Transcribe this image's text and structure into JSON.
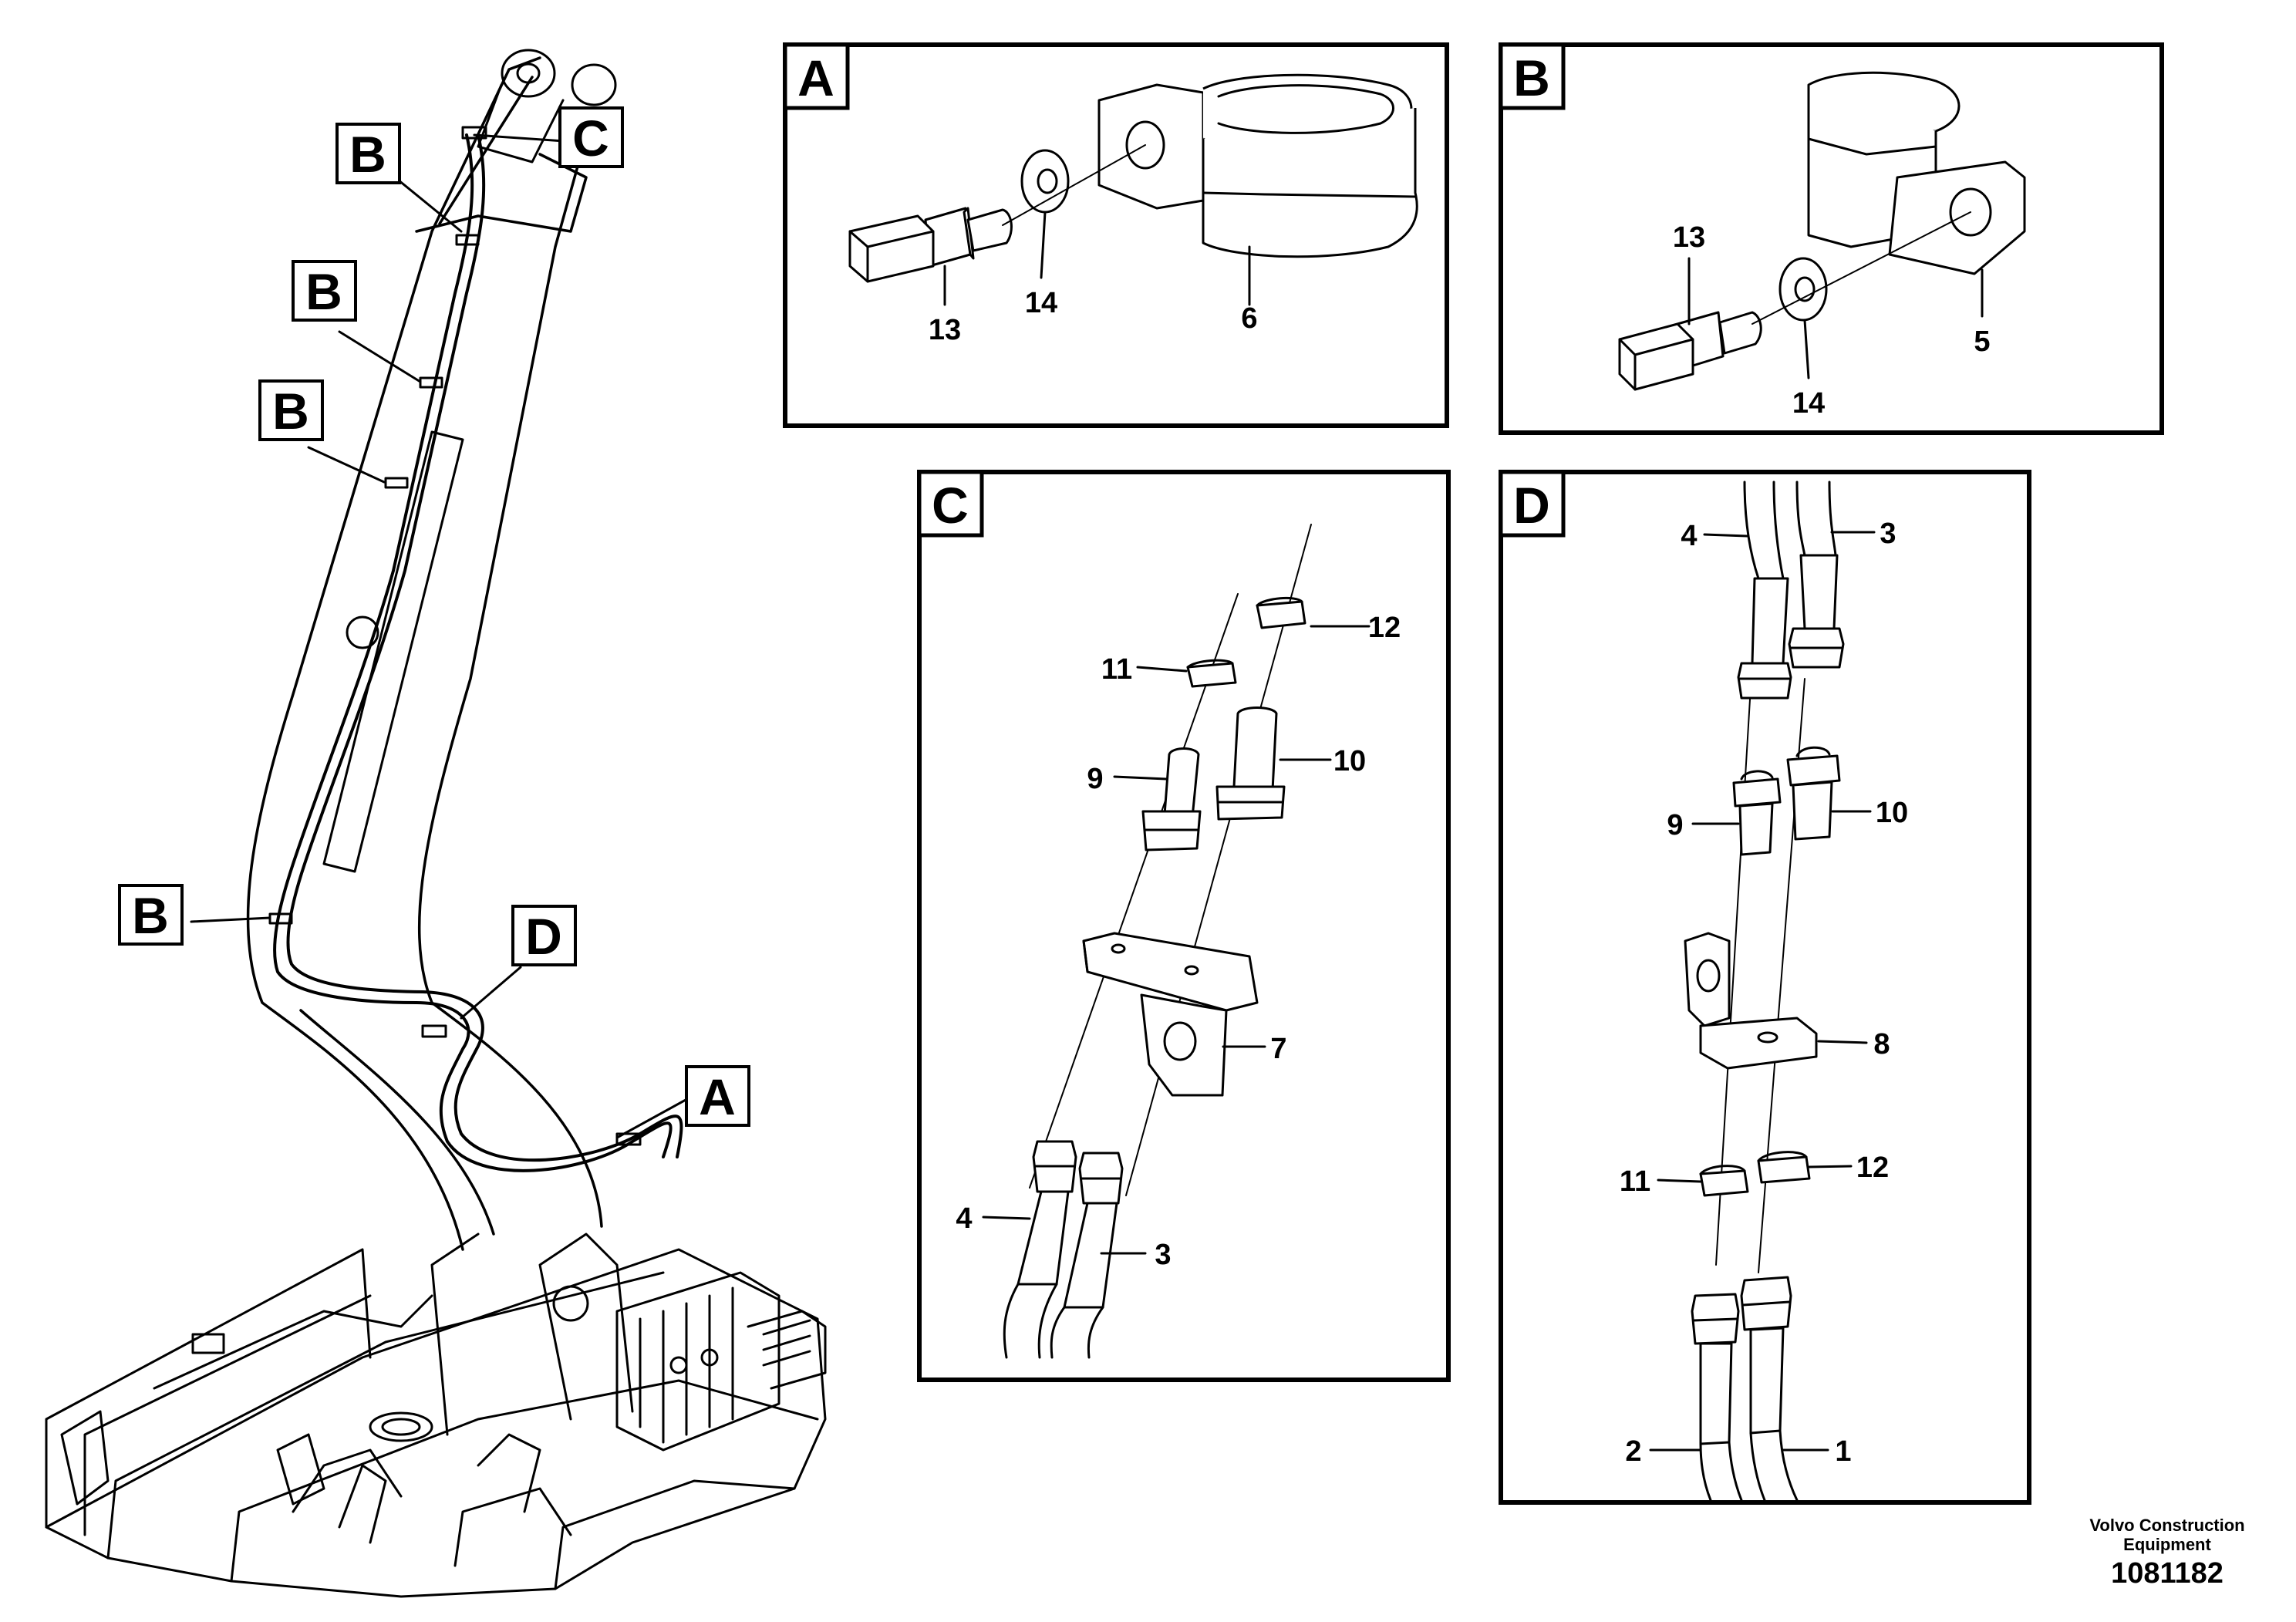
{
  "overview_labels": {
    "b1": "B",
    "c": "C",
    "b2": "B",
    "b3": "B",
    "b4": "B",
    "d": "D",
    "a": "A"
  },
  "panels": {
    "A": {
      "tag": "A",
      "callouts": {
        "p13": "13",
        "p14": "14",
        "p6": "6"
      }
    },
    "B": {
      "tag": "B",
      "callouts": {
        "p13": "13",
        "p14": "14",
        "p5": "5"
      }
    },
    "C": {
      "tag": "C",
      "callouts": {
        "p12": "12",
        "p11": "11",
        "p10": "10",
        "p9": "9",
        "p7": "7",
        "p4": "4",
        "p3": "3"
      }
    },
    "D": {
      "tag": "D",
      "callouts": {
        "p4": "4",
        "p3": "3",
        "p9": "9",
        "p10": "10",
        "p8": "8",
        "p11": "11",
        "p12": "12",
        "p2": "2",
        "p1": "1"
      }
    }
  },
  "footer": {
    "company_line1": "Volvo Construction",
    "company_line2": "Equipment",
    "drawing_number": "1081182"
  }
}
